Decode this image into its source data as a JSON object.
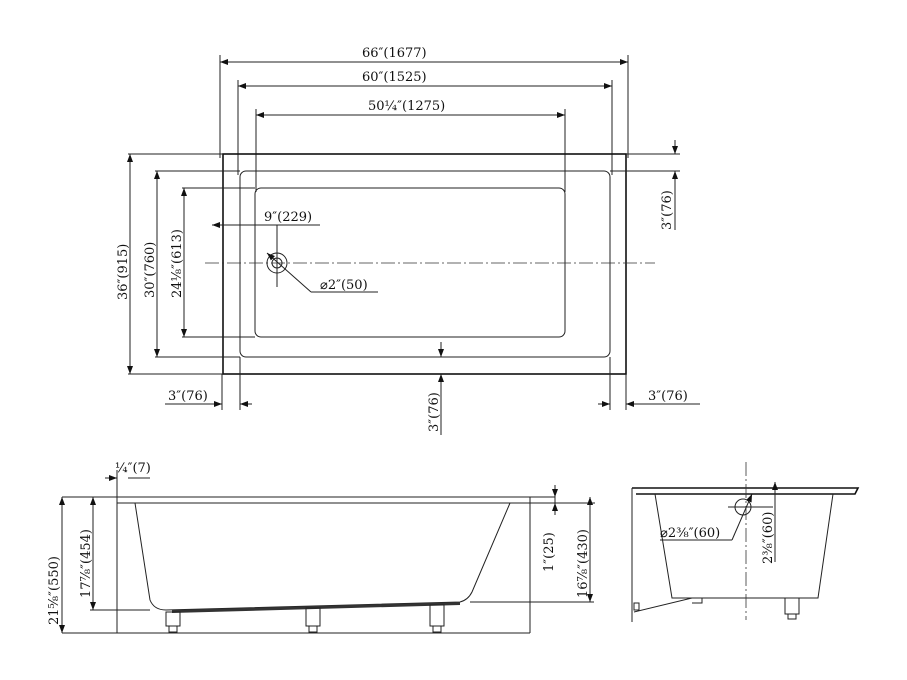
{
  "top_view": {
    "overall_length": "66″(1677)",
    "inner_length": "60″(1525)",
    "basin_length": "50¼″(1275)",
    "overall_width": "36″(915)",
    "inner_width": "30″(760)",
    "basin_width": "24⅛″(613)",
    "drain_offset": "9″(229)",
    "drain_diameter": "⌀2″(50)",
    "rim_right_top": "3″(76)",
    "rim_left_bottom": "3″(76)",
    "rim_bottom_center": "3″(76)",
    "rim_right_bottom": "3″(76)"
  },
  "side_view": {
    "flange": "¼″(7)",
    "total_height": "21⅝″(550)",
    "body_height": "17⅞″(454)",
    "rim_thickness": "1″(25)",
    "depth": "16⅞″(430)"
  },
  "end_view": {
    "overflow_diameter": "⌀2⅜″(60)",
    "overflow_height": "2⅜″(60)"
  }
}
